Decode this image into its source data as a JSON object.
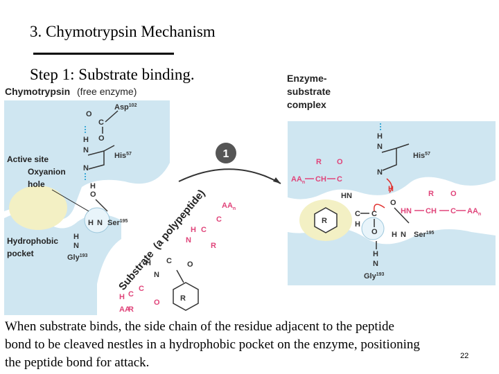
{
  "title": "3. Chymotrypsin Mechanism",
  "step": "Step 1: Substrate binding.",
  "caption": "When substrate binds, the side chain of the residue adjacent to the peptide bond to  be cleaved nestles in a hydrophobic pocket on the enzyme, positioning the peptide bond for attack.",
  "page_number": "22",
  "figure": {
    "left_title": "Chymotrypsin",
    "left_title_note": "(free enzyme)",
    "right_title_lines": [
      "Enzyme-",
      "substrate",
      "complex"
    ],
    "step_marker": "1",
    "labels": {
      "active_site": "Active site",
      "oxyanion_hole_1": "Oxyanion",
      "oxyanion_hole_2": "hole",
      "hydrophobic_pocket_1": "Hydrophobic",
      "hydrophobic_pocket_2": "pocket",
      "substrate": "Substrate",
      "substrate_note": "(a polypeptide)"
    },
    "residues": {
      "asp": "Asp",
      "asp_num": "102",
      "his": "His",
      "his_num": "57",
      "ser": "Ser",
      "ser_num": "195",
      "gly": "Gly",
      "gly_num": "193"
    },
    "side_chains": {
      "r1": "R",
      "r2": "R",
      "r3": "R",
      "aa": "AA",
      "n_sub": "n"
    },
    "colors": {
      "enzyme_fill": "#cfe6f1",
      "pocket_fill": "#f3f0c4",
      "substrate_text": "#e0447a",
      "electron_arrow": "#e0312f",
      "hbond_dash": "#3aa9d6",
      "marker_fill": "#555555"
    }
  }
}
